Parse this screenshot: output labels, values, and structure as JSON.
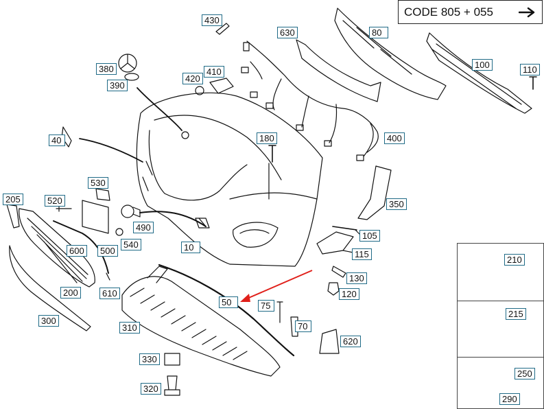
{
  "header": {
    "code_label": "CODE 805 + 055"
  },
  "colors": {
    "callout_border": "#1f6a86",
    "highlight_arrow": "#e0201a",
    "line": "#111111"
  },
  "icons": {
    "code_arrow": "right-arrow-icon"
  },
  "callouts": {
    "p430": "430",
    "p630": "630",
    "p80": "80",
    "p100": "100",
    "p110": "110",
    "p380": "380",
    "p390": "390",
    "p420": "420",
    "p410": "410",
    "p40": "40",
    "p180": "180",
    "p400": "400",
    "p530": "530",
    "p205": "205",
    "p520": "520",
    "p350": "350",
    "p490": "490",
    "p500": "500",
    "p540": "540",
    "p600": "600",
    "p10": "10",
    "p105": "105",
    "p115": "115",
    "p130": "130",
    "p120": "120",
    "p610": "610",
    "p200": "200",
    "p50": "50",
    "p75": "75",
    "p70": "70",
    "p300": "300",
    "p310": "310",
    "p620": "620",
    "p330": "330",
    "p320": "320",
    "p210": "210",
    "p215": "215",
    "p250": "250",
    "p290": "290"
  }
}
